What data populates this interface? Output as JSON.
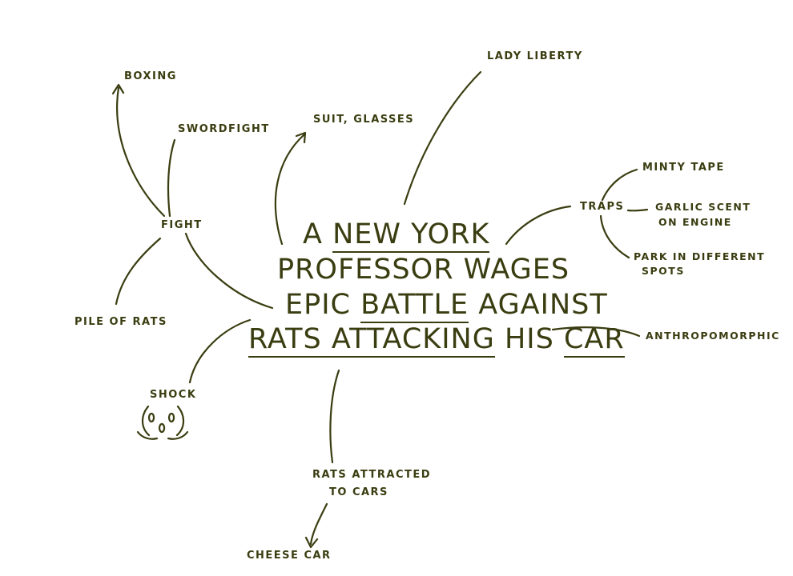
{
  "title": {
    "line1_pre": "A ",
    "line1_u": "NEW YORK",
    "line2": "PROFESSOR WAGES",
    "line3_pre": "EPIC ",
    "line3_u": "BATTLE",
    "line3_post": " AGAINST",
    "line4_u": "RATS ATTACKING",
    "line4_mid": " HIS ",
    "line4_u2": "CAR"
  },
  "nodes": {
    "lady_liberty": "LADY LIBERTY",
    "boxing": "BOXING",
    "swordfight": "SWORDFIGHT",
    "suit_glasses": "SUIT, GLASSES",
    "fight": "FIGHT",
    "pile_of_rats": "PILE OF RATS",
    "shock": "SHOCK",
    "traps": "TRAPS",
    "minty_tape": "MINTY TAPE",
    "garlic_1": "GARLIC SCENT",
    "garlic_2": "ON ENGINE",
    "park_1": "PARK IN DIFFERENT",
    "park_2": "SPOTS",
    "anthropomorphic": "ANTHROPOMORPHIC",
    "rats_attracted_1": "RATS ATTRACTED",
    "rats_attracted_2": "TO CARS",
    "cheese_car": "CHEESE CAR"
  }
}
